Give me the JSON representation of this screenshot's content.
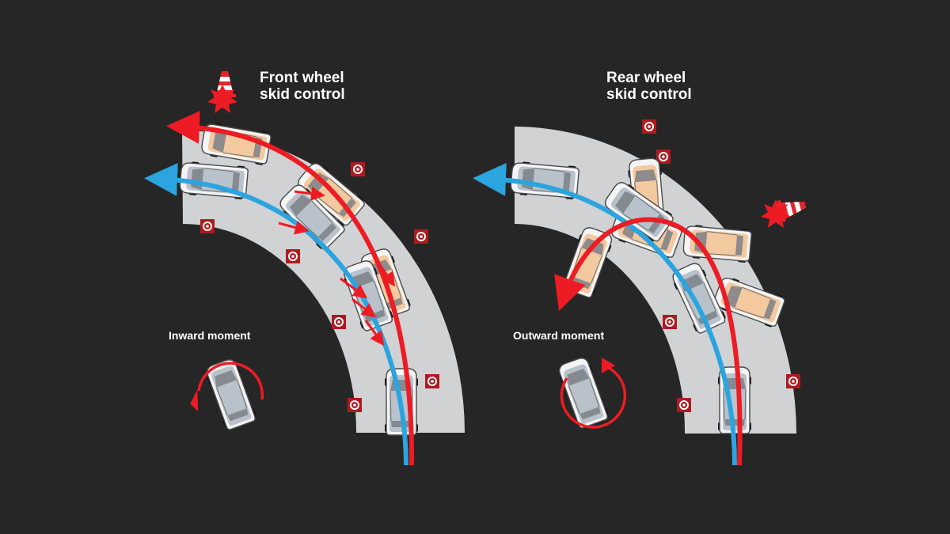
{
  "panels": [
    {
      "id": "front",
      "title": "Front wheel\nskid control",
      "moment_label": "Inward moment",
      "moment_direction": "counterclockwise"
    },
    {
      "id": "rear",
      "title": "Rear wheel\nskid control",
      "moment_label": "Outward moment",
      "moment_direction": "clockwise"
    }
  ],
  "colors": {
    "background": "#262626",
    "road": "#d1d2d4",
    "controlled_path": "#2ba4df",
    "skid_path": "#ed1c24",
    "controlled_car": "#b9c2cb",
    "skidding_car": "#f3c9a0",
    "cone_marker": "#b01a1f"
  },
  "icons": [
    "traffic-cone-icon",
    "collision-burst-icon",
    "target-marker-icon",
    "car-top-view-icon",
    "rotation-arrow-icon"
  ]
}
